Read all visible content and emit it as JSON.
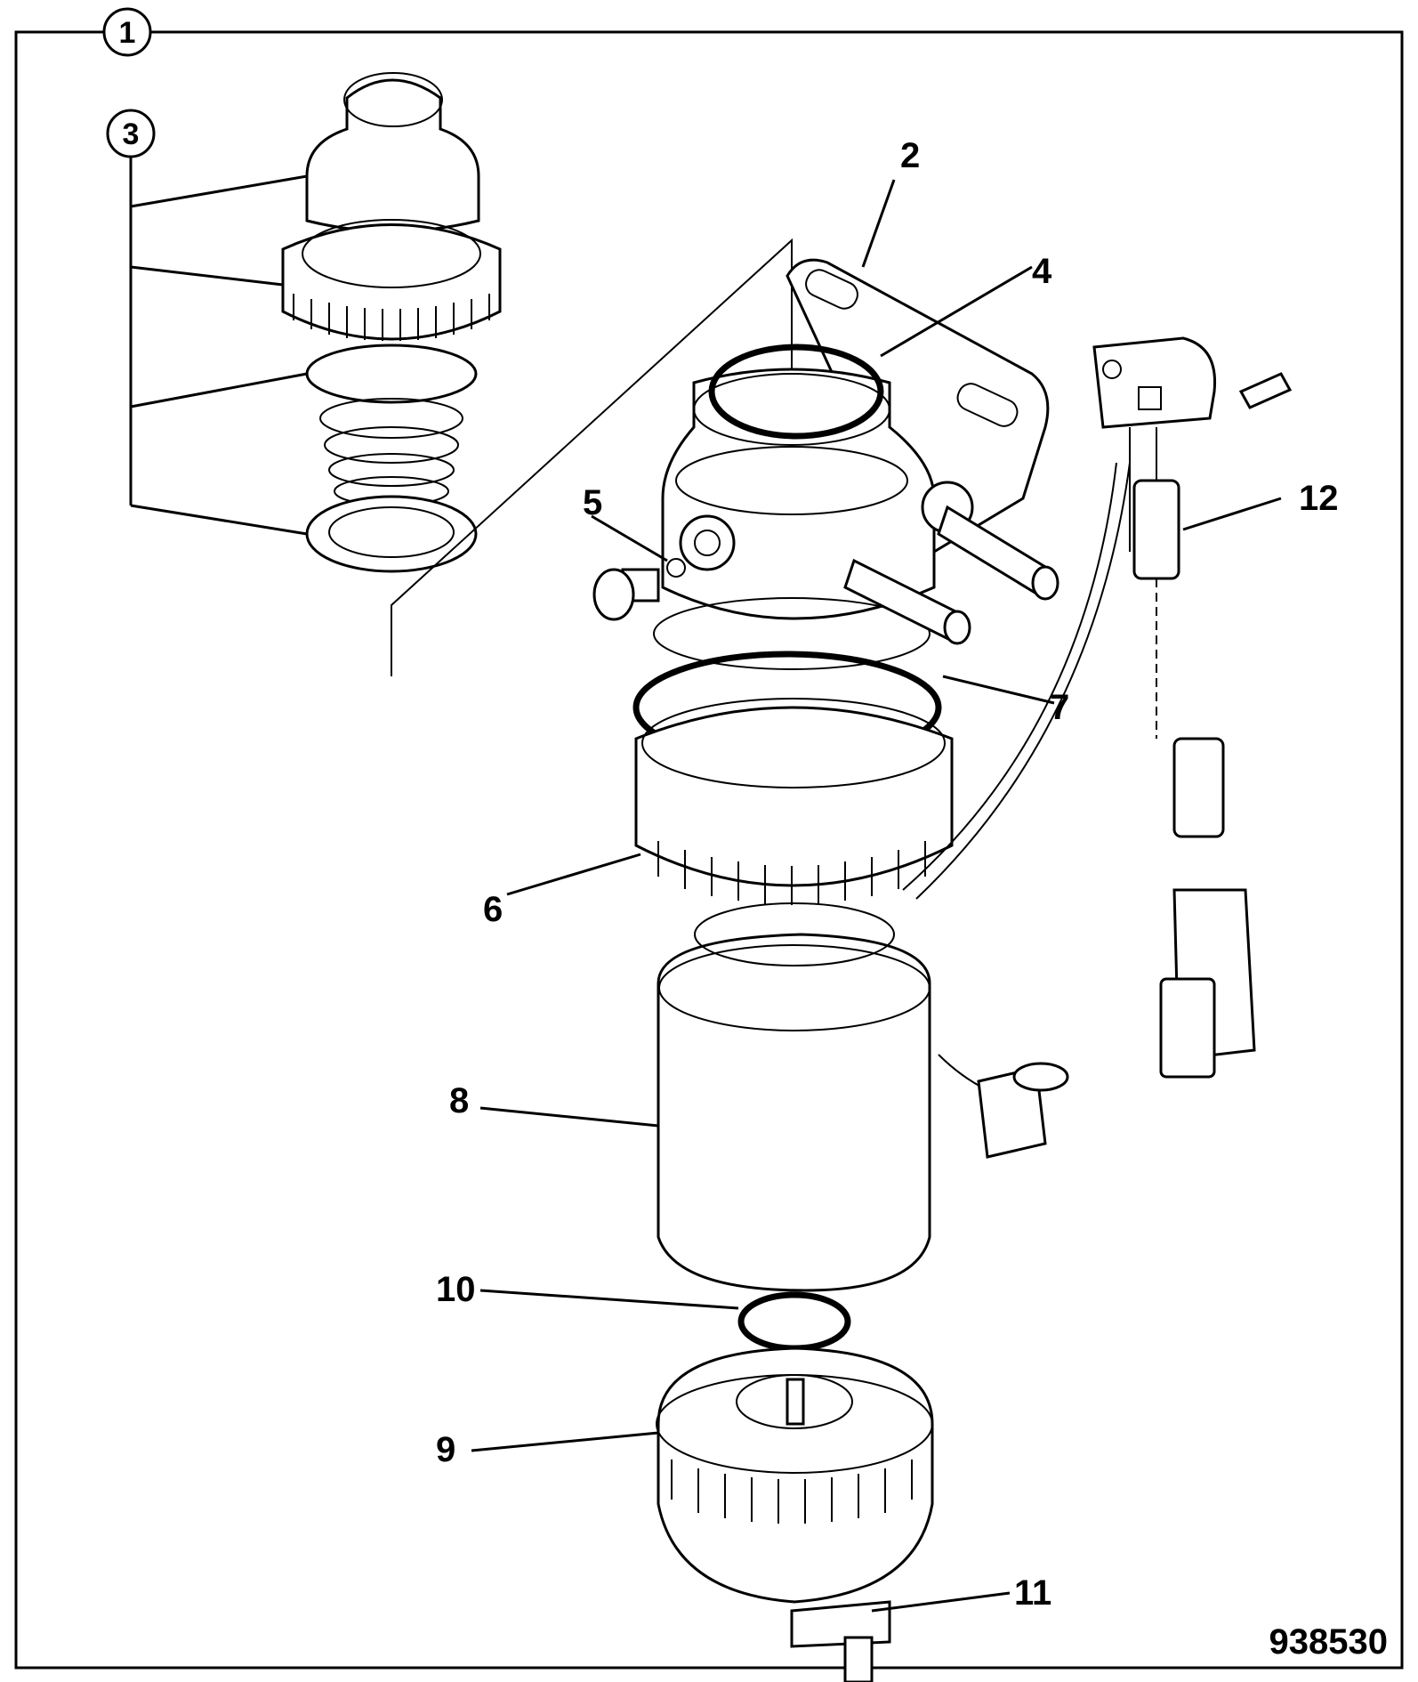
{
  "callouts": {
    "assembly": "1",
    "kit": "3"
  },
  "labels": {
    "bracket": "2",
    "oring_top": "4",
    "vent_screw": "5",
    "retaining_ring": "6",
    "oring_bowl": "7",
    "filter_element": "8",
    "water_bowl": "9",
    "oring_bowl_base": "10",
    "drain_plug": "11",
    "sensor_harness": "12"
  },
  "figure_id": "938530"
}
